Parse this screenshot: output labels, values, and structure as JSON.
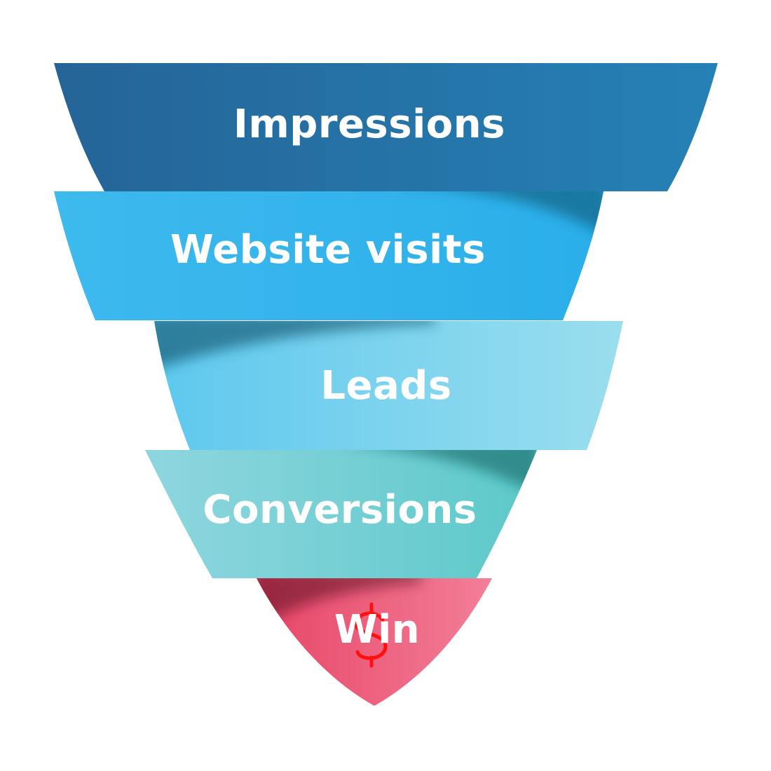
{
  "funnel": {
    "stages": [
      {
        "label": "Impressions",
        "color_start": "#256497",
        "color_end": "#2581b6"
      },
      {
        "label": "Website visits",
        "color_start": "#3dbaee",
        "color_end": "#2aaee9"
      },
      {
        "label": "Leads",
        "color_start": "#5ec8ee",
        "color_end": "#9adeee"
      },
      {
        "label": "Conversions",
        "color_start": "#8fd6df",
        "color_end": "#5cc9c9"
      },
      {
        "label": "Win",
        "color_start": "#e84567",
        "color_end": "#f27f98"
      }
    ],
    "win_icon": "dollar-icon",
    "win_icon_color": "#ff1010"
  }
}
